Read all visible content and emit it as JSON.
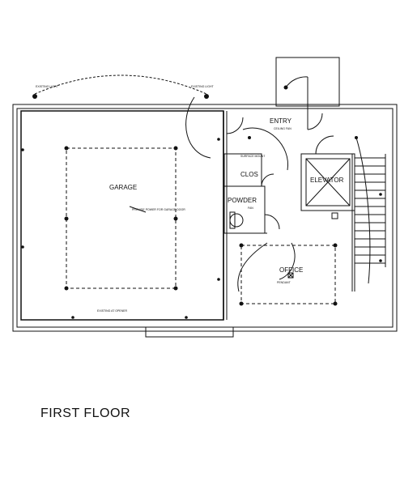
{
  "drawing": {
    "title": "FIRST FLOOR",
    "rooms": {
      "garage": "GARAGE",
      "entry": "ENTRY",
      "clos": "CLOS",
      "powder": "POWDER",
      "elevator": "ELEVATOR",
      "office": "OFFICE"
    },
    "notes": {
      "garage_light": "PROVIDE POWER FOR GARAGE DOOR",
      "garage_outlet": "EXISTING AT OPENER",
      "entry_note": "CEILING FAN",
      "office_note": "PENDANT",
      "left_ext": "EXISTING LIGHT",
      "right_ext": "EXISTING LIGHT",
      "clos_note": "SURFACE MOUNT",
      "powder_note": "FAN"
    }
  },
  "colors": {
    "line": "#111111",
    "wall_fill": "#ffffff"
  }
}
